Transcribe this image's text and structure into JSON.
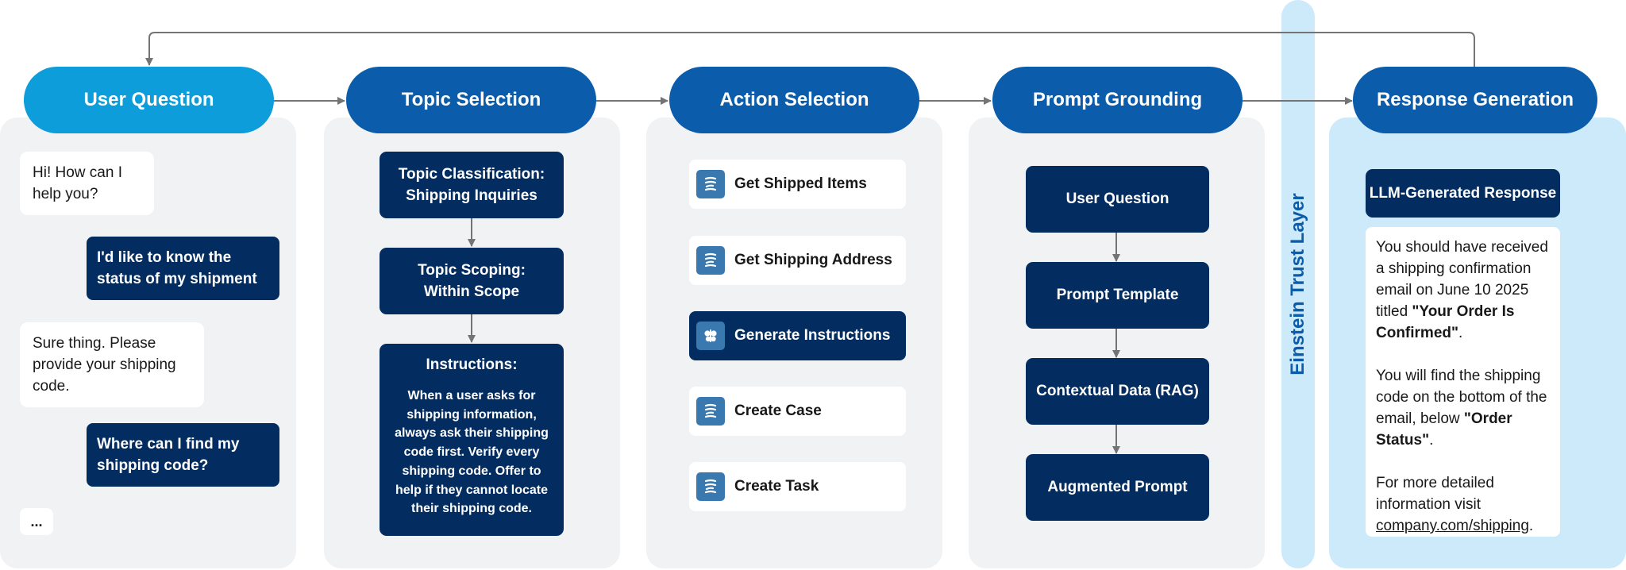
{
  "stages": {
    "user_question": "User Question",
    "topic_selection": "Topic Selection",
    "action_selection": "Action Selection",
    "prompt_grounding": "Prompt Grounding",
    "response_generation": "Response Generation"
  },
  "trust_layer": "Einstein Trust Layer",
  "conversation": {
    "agent_greeting": "Hi! How can I help you?",
    "user_status": "I'd like to know the status of my shipment",
    "agent_request": "Sure thing. Please provide your shipping code.",
    "user_question": "Where can I find my shipping code?",
    "typing": "..."
  },
  "topic": {
    "classification": "Topic Classification: Shipping Inquiries",
    "scoping": "Topic Scoping: Within Scope",
    "instructions_title": "Instructions:",
    "instructions_body": "When a user asks for shipping information, always ask their shipping code first. Verify every shipping code. Offer to help if they cannot locate their shipping code."
  },
  "actions": [
    {
      "label": "Get Shipped Items",
      "icon": "flow-icon",
      "selected": false
    },
    {
      "label": "Get Shipping Address",
      "icon": "flow-icon",
      "selected": false
    },
    {
      "label": "Generate Instructions",
      "icon": "prompt-icon",
      "selected": true
    },
    {
      "label": "Create Case",
      "icon": "flow-icon",
      "selected": false
    },
    {
      "label": "Create Task",
      "icon": "flow-icon",
      "selected": false
    }
  ],
  "grounding": {
    "user_question": "User Question",
    "prompt_template": "Prompt Template",
    "contextual_data": "Contextual Data (RAG)",
    "augmented_prompt": "Augmented Prompt"
  },
  "response": {
    "header": "LLM-Generated Response",
    "p1_text": "You should have received a shipping confirmation email on June 10 2025 titled ",
    "p1_bold": "\"Your Order Is Confirmed\"",
    "p1_end": ".",
    "p2_text": "You will find the shipping code on the bottom of the email, below ",
    "p2_bold": "\"Order Status\"",
    "p2_end": ".",
    "p3_text": "For more detailed information visit ",
    "p3_link": "company.com/shipping",
    "p3_end": "."
  },
  "colors": {
    "navy": "#032d60",
    "stage_blue": "#0b5cab",
    "user_stage_blue": "#0d9dda",
    "trust_blue": "#cdeafb",
    "panel_gray": "#f1f2f4",
    "arrow_gray": "#747474"
  }
}
